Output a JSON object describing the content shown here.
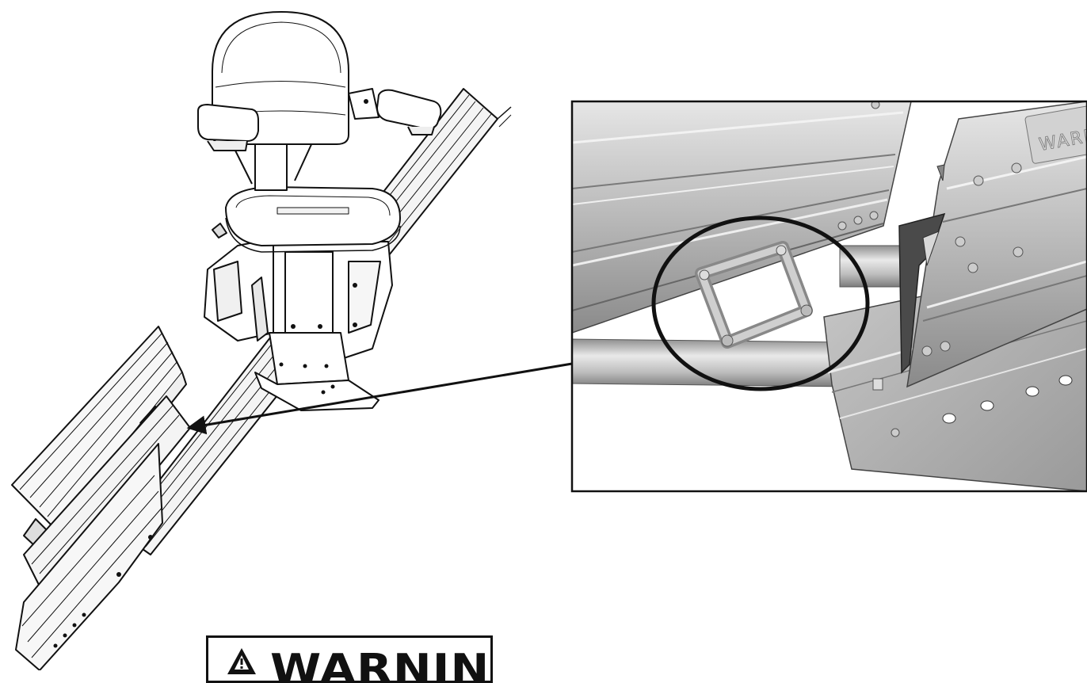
{
  "figure": {
    "warning_label": "WARNING",
    "inset_decal_text": "WARN",
    "colors": {
      "line": "#111111",
      "rail_light": "#d6d6d6",
      "rail_mid": "#a9a9a9",
      "rail_dark": "#6f6f6f",
      "bracket_dark": "#4a4a4a"
    },
    "icons": {
      "warning": "warning-triangle-icon",
      "pointer": "callout-arrow"
    }
  }
}
